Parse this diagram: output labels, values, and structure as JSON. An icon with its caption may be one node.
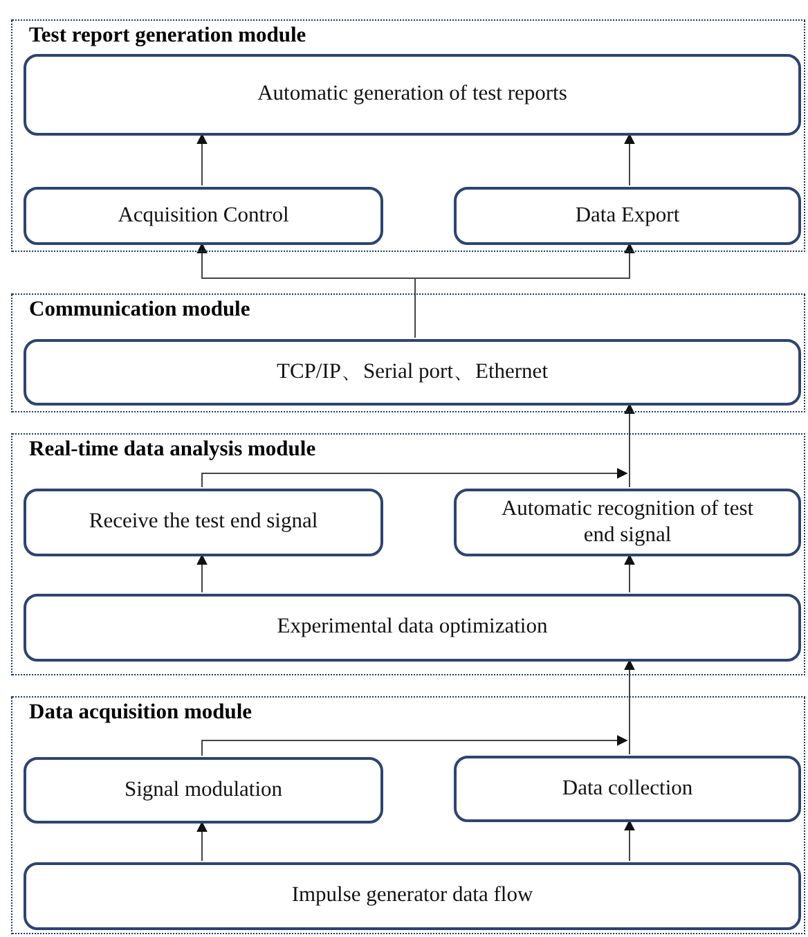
{
  "diagram": {
    "nodes": [
      {
        "text": [
          "Test report generation module"
        ]
      },
      {
        "text": [
          "Automatic generation of test reports"
        ],
        "in": 0
      },
      {
        "text": [
          "Acquisition Control"
        ],
        "in": 0
      },
      {
        "text": [
          "Data Export"
        ],
        "in": 0
      },
      {
        "text": [
          "Communication module"
        ]
      },
      {
        "text": [
          "TCP/IP、Serial port、Ethernet"
        ],
        "in": 4
      },
      {
        "text": [
          "Real-time data analysis module"
        ]
      },
      {
        "text": [
          "Receive the test end signal"
        ],
        "in": 6
      },
      {
        "text": [
          "Automatic recognition of test end signal"
        ],
        "in": 6
      },
      {
        "text": [
          "Experimental data optimization"
        ],
        "in": 6
      },
      {
        "text": [
          "Data acquisition module"
        ]
      },
      {
        "text": [
          "Signal modulation"
        ],
        "in": 10
      },
      {
        "text": [
          "Data collection"
        ],
        "in": 10
      },
      {
        "text": [
          "Impulse generator data flow"
        ],
        "in": 10
      }
    ],
    "edges": [
      {
        "from": 2,
        "to": 1,
        "arrow": "to"
      },
      {
        "from": 3,
        "to": 1,
        "arrow": "to"
      },
      {
        "from": 5,
        "to": 2,
        "arrow": "to"
      },
      {
        "from": 5,
        "to": 3,
        "arrow": "to"
      },
      {
        "from": 8,
        "to": 5,
        "arrow": "to"
      },
      {
        "from": 7,
        "to": 8,
        "arrow": "to"
      },
      {
        "from": 9,
        "to": 7,
        "arrow": "to"
      },
      {
        "from": 9,
        "to": 8,
        "arrow": "to"
      },
      {
        "from": 12,
        "to": 9,
        "arrow": "to"
      },
      {
        "from": 11,
        "to": 12,
        "arrow": "to"
      },
      {
        "from": 13,
        "to": 11,
        "arrow": "to"
      },
      {
        "from": 13,
        "to": 12,
        "arrow": "to"
      }
    ]
  }
}
